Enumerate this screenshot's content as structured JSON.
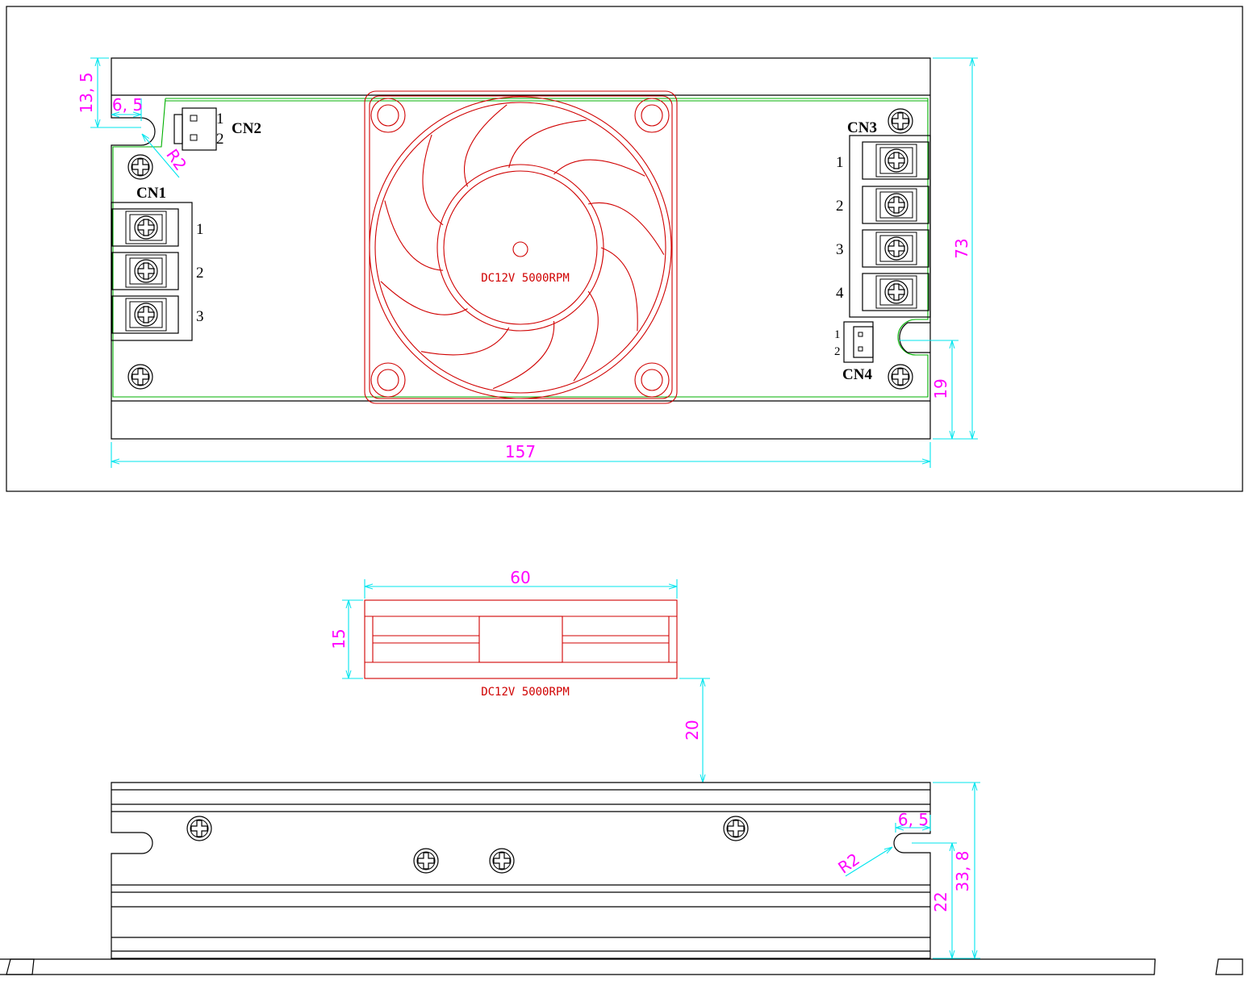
{
  "colors": {
    "outline": "#000000",
    "fan": "#d00000",
    "pcb": "#00b000",
    "dimension_line": "#00e5ee",
    "dimension_text": "#ff00ff"
  },
  "top_view": {
    "dimensions": {
      "width": "157",
      "height": "73",
      "slot_offset_top": "13, 5",
      "slot_offset_left": "6, 5",
      "slot_radius": "R2",
      "right_slot_height": "19"
    },
    "fan_label": "DC12V 5000RPM",
    "connectors": {
      "cn1": {
        "label": "CN1",
        "pins": [
          "1",
          "2",
          "3"
        ]
      },
      "cn2": {
        "label": "CN2",
        "pins": [
          "1",
          "2"
        ]
      },
      "cn3": {
        "label": "CN3",
        "pins": [
          "1",
          "2",
          "3",
          "4"
        ]
      },
      "cn4": {
        "label": "CN4",
        "pins": [
          "1",
          "2"
        ]
      }
    }
  },
  "fan_side_view": {
    "dimensions": {
      "width": "60",
      "height": "15",
      "gap": "20"
    },
    "fan_label": "DC12V 5000RPM"
  },
  "side_view": {
    "dimensions": {
      "slot_offset": "6, 5",
      "slot_radius": "R2",
      "total_height": "33, 8",
      "lower_height": "22"
    }
  }
}
